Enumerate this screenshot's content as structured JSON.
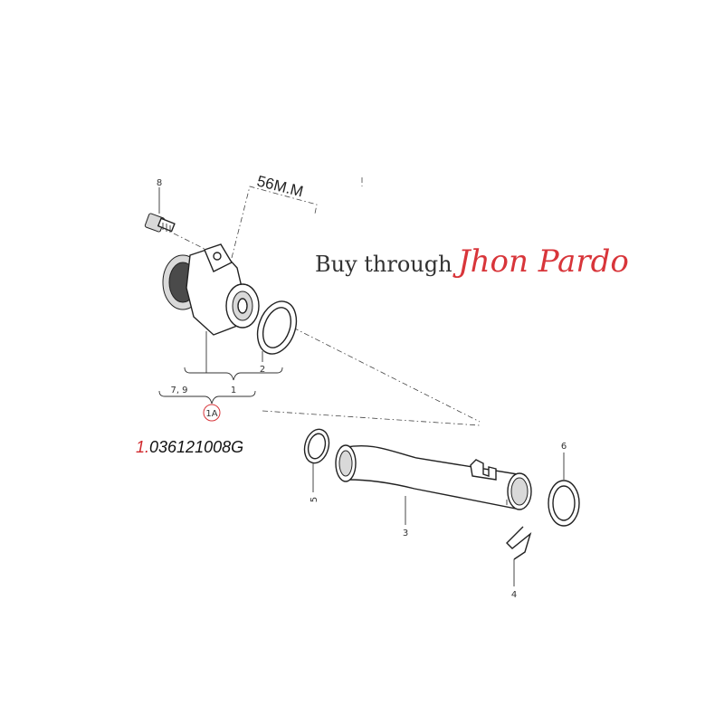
{
  "callouts": {
    "bolt": "8",
    "dimension": "56M.M",
    "pump": "1",
    "pump_parts": "7, 9",
    "gasket": "2",
    "assembly": "1A",
    "o_ring_left": "5",
    "pipe": "3",
    "clip": "4",
    "o_ring_right": "6"
  },
  "part_number": {
    "index": "1.",
    "code": "036121008G"
  },
  "banner": {
    "prefix": "Buy through",
    "seller": "Jhon Pardo"
  },
  "colors": {
    "accent_red": "#d8353a",
    "line": "#222222"
  }
}
